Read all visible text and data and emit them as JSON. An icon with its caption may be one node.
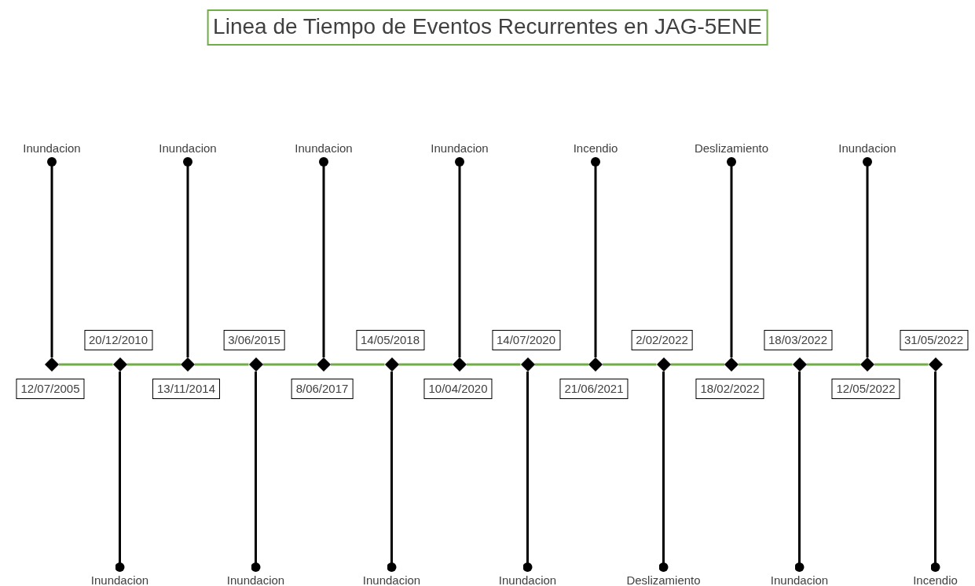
{
  "diagram": {
    "title": "Linea de Tiempo de Eventos Recurrentes en JAG-5ENE",
    "nodes": [
      {
        "text": [
          "Inundacion"
        ]
      },
      {
        "text": [],
        "shape": "diamond"
      },
      {
        "text": [
          "12/07/2005"
        ]
      },
      {
        "text": [
          "Inundacion"
        ]
      },
      {
        "text": [],
        "shape": "diamond"
      },
      {
        "text": [
          "20/12/2010"
        ]
      },
      {
        "text": [
          "Inundacion"
        ]
      },
      {
        "text": [],
        "shape": "diamond"
      },
      {
        "text": [
          "13/11/2014"
        ]
      },
      {
        "text": [
          "Inundacion"
        ]
      },
      {
        "text": [],
        "shape": "diamond"
      },
      {
        "text": [
          "3/06/2015"
        ]
      },
      {
        "text": [
          "Inundacion"
        ]
      },
      {
        "text": [],
        "shape": "diamond"
      },
      {
        "text": [
          "8/06/2017"
        ]
      },
      {
        "text": [
          "Inundacion"
        ]
      },
      {
        "text": [],
        "shape": "diamond"
      },
      {
        "text": [
          "14/05/2018"
        ]
      },
      {
        "text": [
          "Inundacion"
        ]
      },
      {
        "text": [],
        "shape": "diamond"
      },
      {
        "text": [
          "10/04/2020"
        ]
      },
      {
        "text": [
          "Inundacion"
        ]
      },
      {
        "text": [],
        "shape": "diamond"
      },
      {
        "text": [
          "14/07/2020"
        ]
      },
      {
        "text": [
          "Incendio"
        ]
      },
      {
        "text": [],
        "shape": "diamond"
      },
      {
        "text": [
          "21/06/2021"
        ]
      },
      {
        "text": [
          "Deslizamiento"
        ]
      },
      {
        "text": [],
        "shape": "diamond"
      },
      {
        "text": [
          "2/02/2022"
        ]
      },
      {
        "text": [
          "Deslizamiento"
        ]
      },
      {
        "text": [],
        "shape": "diamond"
      },
      {
        "text": [
          "18/02/2022"
        ]
      },
      {
        "text": [
          "Inundacion"
        ]
      },
      {
        "text": [],
        "shape": "diamond"
      },
      {
        "text": [
          "18/03/2022"
        ]
      },
      {
        "text": [
          "Inundacion"
        ]
      },
      {
        "text": [],
        "shape": "diamond"
      },
      {
        "text": [
          "12/05/2022"
        ]
      },
      {
        "text": [
          "Incendio"
        ]
      },
      {
        "text": [],
        "shape": "diamond"
      },
      {
        "text": [
          "31/05/2022"
        ]
      }
    ],
    "edges": [
      {
        "from": 1,
        "to": 0,
        "arrow": "other"
      },
      {
        "from": 4,
        "to": 3,
        "arrow": "other"
      },
      {
        "from": 7,
        "to": 6,
        "arrow": "other"
      },
      {
        "from": 10,
        "to": 9,
        "arrow": "other"
      },
      {
        "from": 13,
        "to": 12,
        "arrow": "other"
      },
      {
        "from": 16,
        "to": 15,
        "arrow": "other"
      },
      {
        "from": 19,
        "to": 18,
        "arrow": "other"
      },
      {
        "from": 22,
        "to": 21,
        "arrow": "other"
      },
      {
        "from": 25,
        "to": 24,
        "arrow": "other"
      },
      {
        "from": 28,
        "to": 27,
        "arrow": "other"
      },
      {
        "from": 31,
        "to": 30,
        "arrow": "other"
      },
      {
        "from": 34,
        "to": 33,
        "arrow": "other"
      },
      {
        "from": 37,
        "to": 36,
        "arrow": "other"
      },
      {
        "from": 40,
        "to": 39,
        "arrow": "other"
      },
      {
        "from": 1,
        "to": 4,
        "arrow": "none",
        "color": "#70ad47"
      },
      {
        "from": 4,
        "to": 7,
        "arrow": "none",
        "color": "#70ad47"
      },
      {
        "from": 7,
        "to": 10,
        "arrow": "none",
        "color": "#70ad47"
      },
      {
        "from": 10,
        "to": 13,
        "arrow": "none",
        "color": "#70ad47"
      },
      {
        "from": 13,
        "to": 16,
        "arrow": "none",
        "color": "#70ad47"
      },
      {
        "from": 16,
        "to": 19,
        "arrow": "none",
        "color": "#70ad47"
      },
      {
        "from": 19,
        "to": 22,
        "arrow": "none",
        "color": "#70ad47"
      },
      {
        "from": 22,
        "to": 25,
        "arrow": "none",
        "color": "#70ad47"
      },
      {
        "from": 25,
        "to": 28,
        "arrow": "none",
        "color": "#70ad47"
      },
      {
        "from": 28,
        "to": 31,
        "arrow": "none",
        "color": "#70ad47"
      },
      {
        "from": 31,
        "to": 34,
        "arrow": "none",
        "color": "#70ad47"
      },
      {
        "from": 34,
        "to": 37,
        "arrow": "none",
        "color": "#70ad47"
      },
      {
        "from": 37,
        "to": 40,
        "arrow": "none",
        "color": "#70ad47"
      }
    ]
  }
}
